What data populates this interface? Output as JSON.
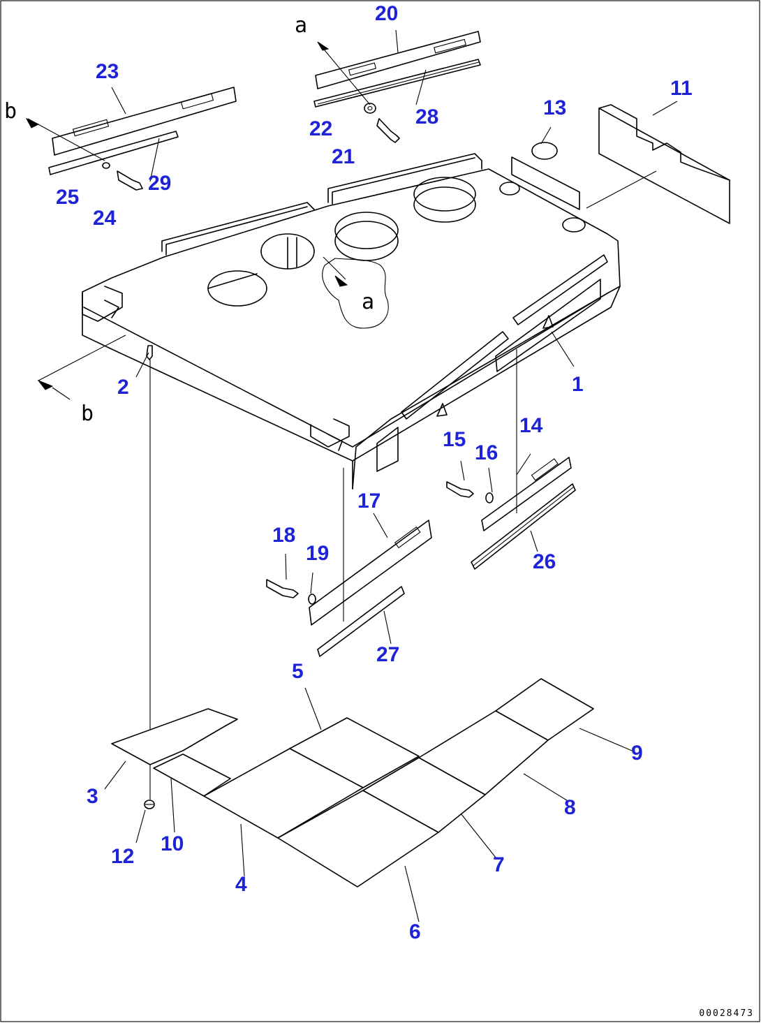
{
  "drawing_code": "00028473",
  "view_markers": {
    "a_top": "a",
    "a_body": "a",
    "b_top": "b",
    "b_left": "b"
  },
  "part_numbers": {
    "p1": "1",
    "p2": "2",
    "p3": "3",
    "p4": "4",
    "p5": "5",
    "p6": "6",
    "p7": "7",
    "p8": "8",
    "p9": "9",
    "p10": "10",
    "p11": "11",
    "p12": "12",
    "p13": "13",
    "p14": "14",
    "p15": "15",
    "p16": "16",
    "p17": "17",
    "p18": "18",
    "p19": "19",
    "p20": "20",
    "p21": "21",
    "p22": "22",
    "p23": "23",
    "p24": "24",
    "p25": "25",
    "p26": "26",
    "p27": "27",
    "p28": "28",
    "p29": "29"
  },
  "colors": {
    "label": "#1f23d8",
    "line": "#000000"
  }
}
